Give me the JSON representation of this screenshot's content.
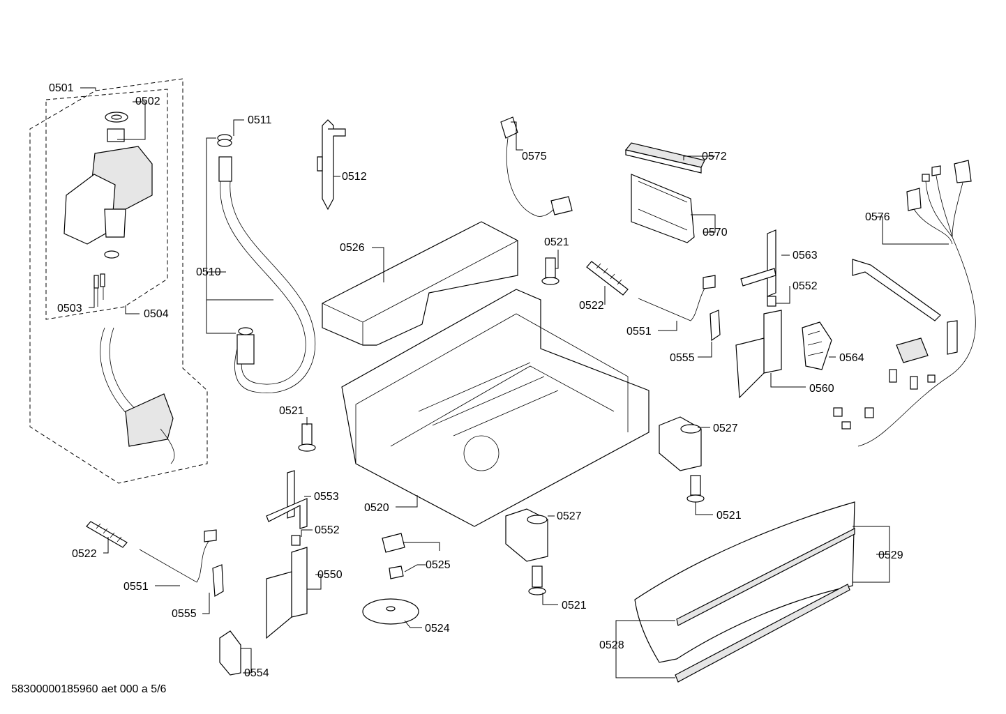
{
  "labels": {
    "p0501": "0501",
    "p0502": "0502",
    "p0503": "0503",
    "p0504": "0504",
    "p0510": "0510",
    "p0511": "0511",
    "p0512": "0512",
    "p0520": "0520",
    "p0521a": "0521",
    "p0521b": "0521",
    "p0521c": "0521",
    "p0521d": "0521",
    "p0522a": "0522",
    "p0522b": "0522",
    "p0524": "0524",
    "p0525": "0525",
    "p0526": "0526",
    "p0527a": "0527",
    "p0527b": "0527",
    "p0528": "0528",
    "p0529": "0529",
    "p0550": "0550",
    "p0551a": "0551",
    "p0551b": "0551",
    "p0552a": "0552",
    "p0552b": "0552",
    "p0553": "0553",
    "p0554": "0554",
    "p0555a": "0555",
    "p0555b": "0555",
    "p0560": "0560",
    "p0563": "0563",
    "p0564": "0564",
    "p0570": "0570",
    "p0572": "0572",
    "p0575": "0575",
    "p0576": "0576"
  },
  "footer": {
    "drawing_id": "58300000185960 aet 000 a 5/6"
  }
}
